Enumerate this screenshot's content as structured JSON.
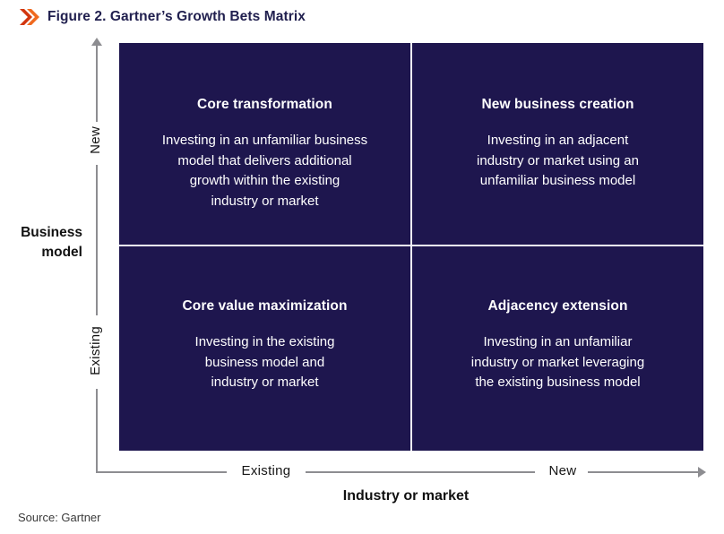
{
  "figure": {
    "title": "Figure 2. Gartner’s Growth Bets Matrix",
    "source": "Source: Gartner"
  },
  "matrix": {
    "quadrants": [
      {
        "position": "top-left",
        "title": "Core transformation",
        "description": "Investing in an unfamiliar business\nmodel that delivers additional\ngrowth within the existing\nindustry or market"
      },
      {
        "position": "top-right",
        "title": "New business creation",
        "description": "Investing in an adjacent\nindustry or market using an\nunfamiliar business model"
      },
      {
        "position": "bottom-left",
        "title": "Core value maximization",
        "description": "Investing in the existing\nbusiness model and\nindustry or market"
      },
      {
        "position": "bottom-right",
        "title": "Adjacency extension",
        "description": "Investing in an unfamiliar\nindustry or market leveraging\nthe existing business model"
      }
    ]
  },
  "axes": {
    "y": {
      "title": "Business\nmodel",
      "top_value": "New",
      "bottom_value": "Existing"
    },
    "x": {
      "title": "Industry or market",
      "left_value": "Existing",
      "right_value": "New"
    }
  },
  "icons": {
    "title_marker": "double-chevron-right"
  },
  "colors": {
    "quadrant_bg": "#1e164e",
    "divider": "#f2f0f8",
    "axis_line": "#8d8d91",
    "title_text": "#21204f",
    "chevron_dark": "#d2360f",
    "chevron_light": "#f0691f",
    "quadrant_text": "#ffffff"
  }
}
